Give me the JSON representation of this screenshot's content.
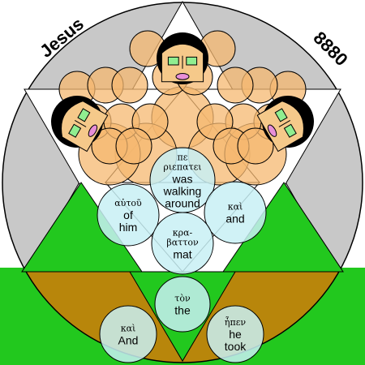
{
  "title": "Jesus",
  "number": "8880",
  "cells": [
    {
      "id": "top",
      "greek": "πε ριεπατει",
      "english": "was walking around"
    },
    {
      "id": "left",
      "greek": "αὐτοῦ",
      "english": "of him"
    },
    {
      "id": "right",
      "greek": "καὶ",
      "english": "and"
    },
    {
      "id": "center",
      "greek": "κρα- βαττον",
      "english": "mat"
    },
    {
      "id": "stem",
      "greek": "τὸν",
      "english": "the"
    },
    {
      "id": "bottom-left",
      "greek": "καὶ",
      "english": "And"
    },
    {
      "id": "bottom-right",
      "greek": "ἦπεν",
      "english": "he took"
    }
  ],
  "colors": {
    "sky": "#c8c8c8",
    "ring": "#ffffff",
    "ground": "#b8860b",
    "grass": "#22c81e",
    "petal": "#f5b870",
    "word_circle": "#c8f0f5",
    "face": "#90ee90"
  },
  "icons": [
    "face-icon-top",
    "face-icon-left",
    "face-icon-right"
  ]
}
